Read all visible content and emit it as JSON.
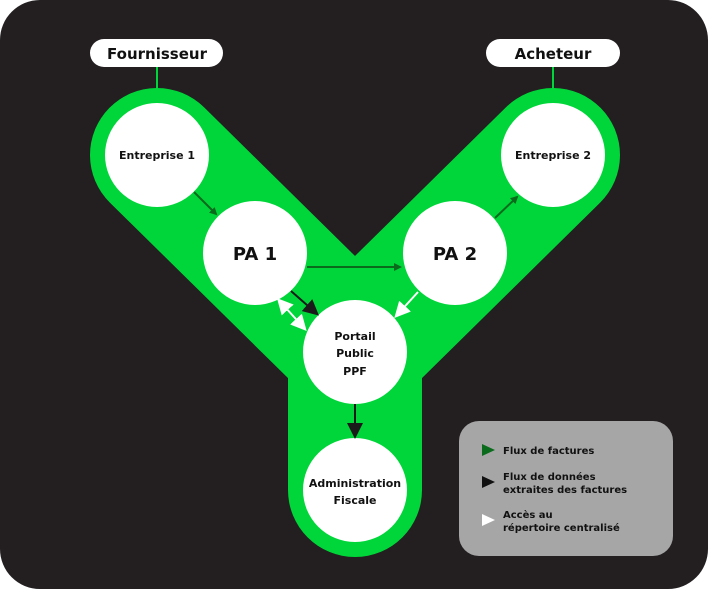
{
  "labels": {
    "supplier": "Fournisseur",
    "buyer": "Acheteur"
  },
  "nodes": {
    "e1": "Entreprise 1",
    "e2": "Entreprise 2",
    "pa1": "PA 1",
    "pa2": "PA 2",
    "ppf": [
      "Portail",
      "Public",
      "PPF"
    ],
    "admin": [
      "Administration",
      "Fiscale"
    ]
  },
  "legend": {
    "invoice_flow": "Flux de factures",
    "data_flow": [
      "Flux de données",
      "extraites des factures"
    ],
    "directory_access": [
      "Accès au",
      "répertoire centralisé"
    ]
  },
  "colors": {
    "background": "#231f20",
    "green": "#00d639",
    "dark_green": "#0b6b1c",
    "legend_bg": "#a6a6a6"
  }
}
